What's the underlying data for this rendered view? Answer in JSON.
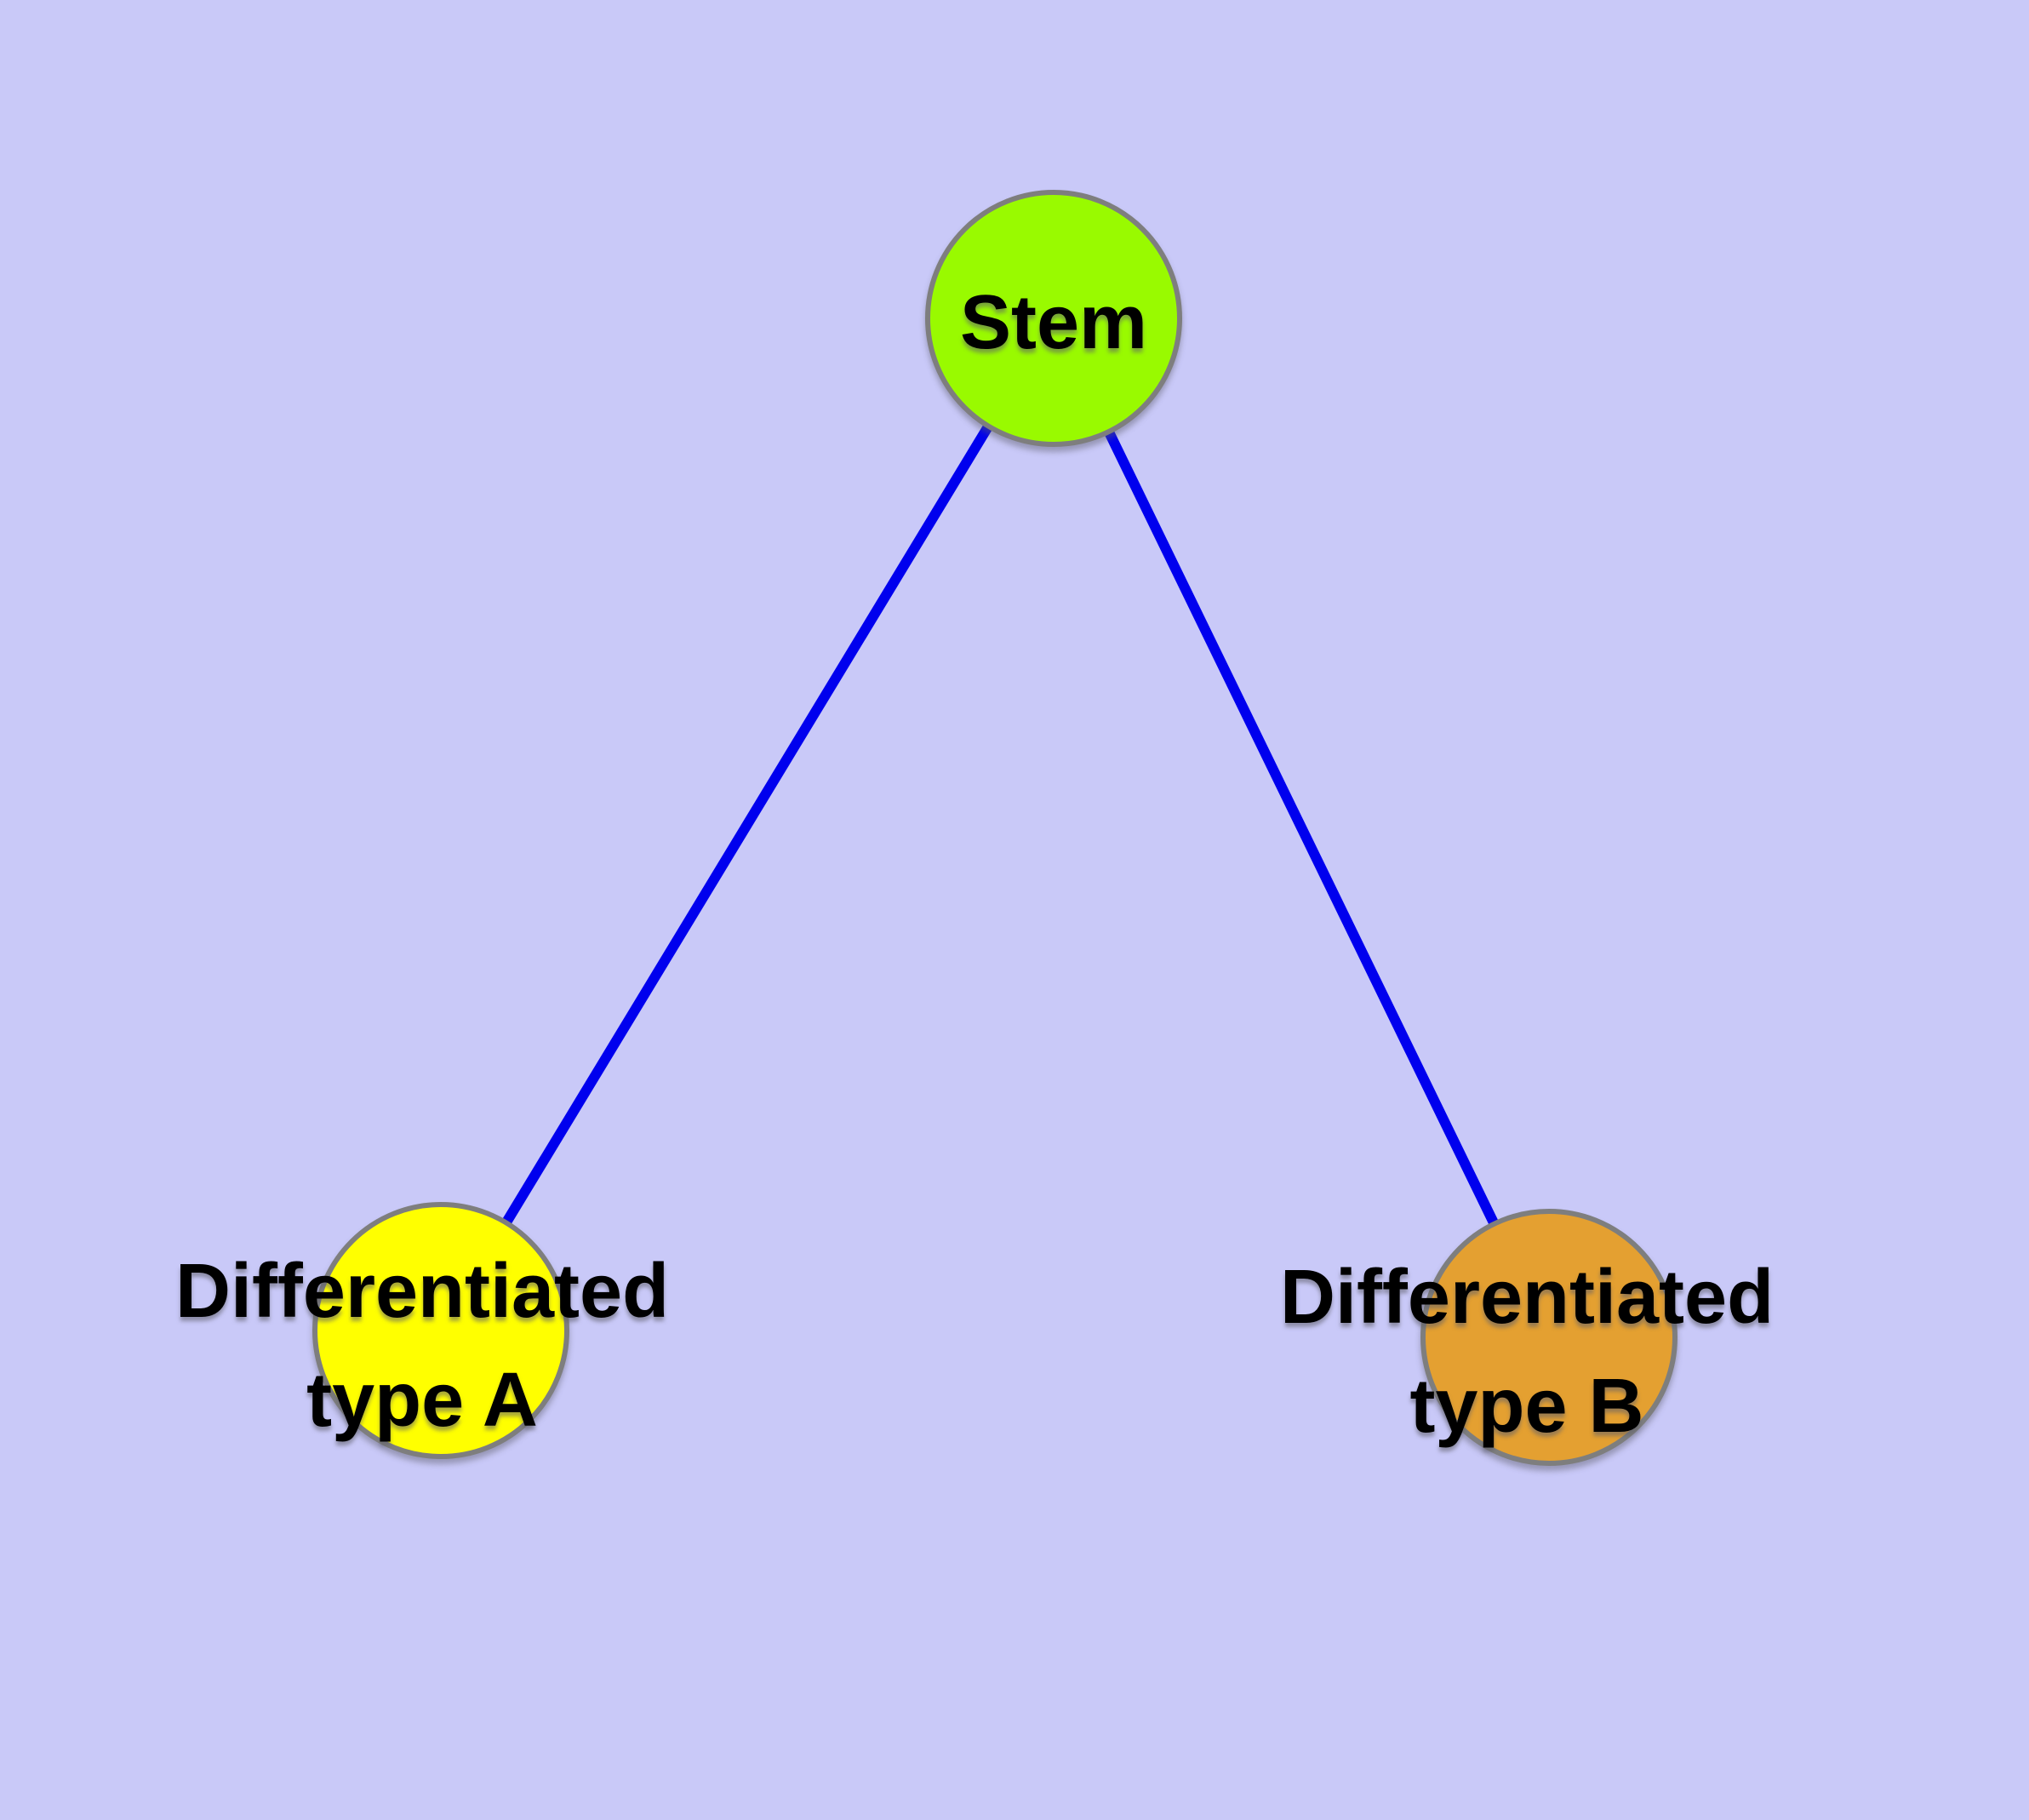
{
  "canvas": {
    "background": "#C9C9F8"
  },
  "edge_style": {
    "color": "#0000EE"
  },
  "edges": [
    {
      "from": "stem",
      "to": "differentiated-type-a"
    },
    {
      "from": "stem",
      "to": "differentiated-type-b"
    }
  ],
  "nodes": [
    {
      "id": "stem",
      "label": "Stem",
      "line1": "Stem",
      "line2": "",
      "fill": "#99FA00",
      "border": "#7E7E7E"
    },
    {
      "id": "differentiated-type-a",
      "label": "Differentiated type A",
      "line1": "Differentiated",
      "line2": "type A",
      "fill": "#FFFF00",
      "border": "#7E7E7E"
    },
    {
      "id": "differentiated-type-b",
      "label": "Differentiated type B",
      "line1": "Differentiated",
      "line2": "type B",
      "fill": "#E4A031",
      "border": "#7E7E7E"
    }
  ]
}
